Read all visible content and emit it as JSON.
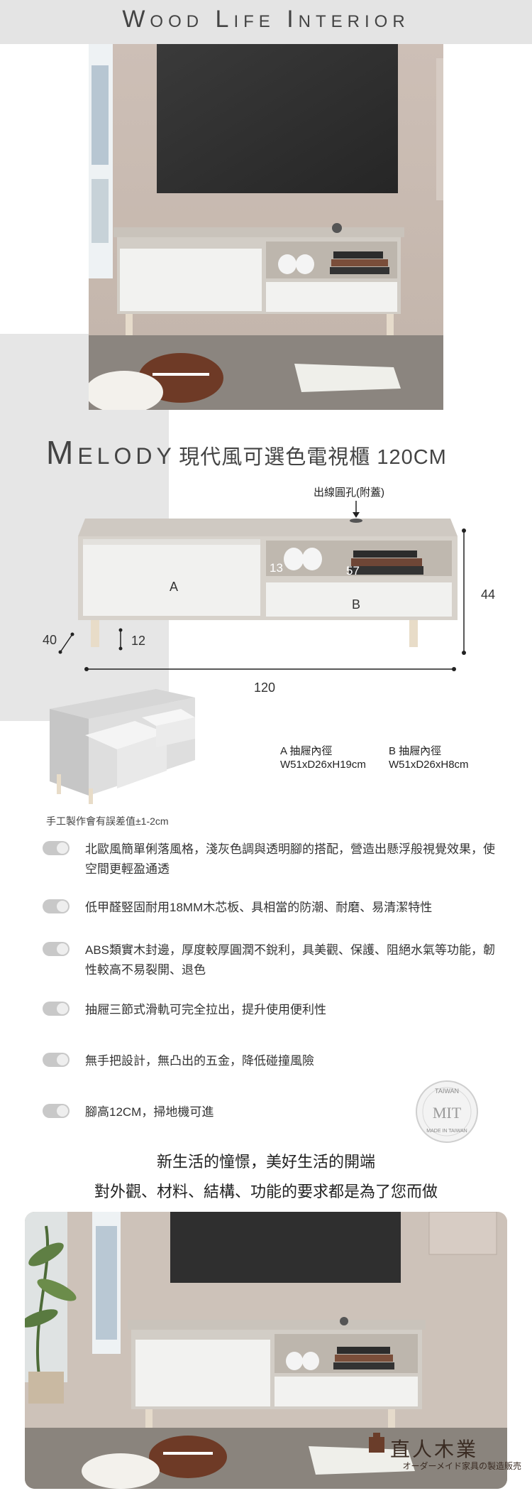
{
  "header": {
    "brand": "Wood Life Interior"
  },
  "product": {
    "title_prefix": "Melody",
    "title_suffix": "現代風可選色電視櫃 120CM"
  },
  "diagram": {
    "cable_hole_label": "出線圓孔(附蓋)",
    "width": "120",
    "height": "44",
    "depth": "40",
    "leg": "12",
    "shelf_height": "13",
    "shelf_width": "57",
    "drawer_a": "A",
    "drawer_b": "B"
  },
  "drawers": {
    "a_title": "A 抽屜內徑",
    "a_size": "W51xD26xH19cm",
    "b_title": "B 抽屜內徑",
    "b_size": "W51xD26xH8cm"
  },
  "note": "手工製作會有誤差值±1-2cm",
  "features": [
    "北歐風簡單俐落風格，淺灰色調與透明腳的搭配，營造出懸浮般視覺效果，使空間更輕盈通透",
    "低甲醛竪固耐用18MM木芯板、具相當的防潮、耐磨、易清潔特性",
    "ABS類實木封邊，厚度較厚圓潤不銳利，具美觀、保護、阻絕水氣等功能，韌性較高不易裂開、退色",
    "抽屜三節式滑軌可完全拉出，提升使用便利性",
    "無手把設計，無凸出的五金，降低碰撞風險",
    "腳高12CM，掃地機可進"
  ],
  "badge": {
    "top": "TAIWAN",
    "mark": "MIT",
    "bottom": "MADE IN TAIWAN"
  },
  "slogan": {
    "line1": "新生活的憧憬，美好生活的開端",
    "line2": "對外觀、材料、結構、功能的要求都是為了您而做"
  },
  "logo": {
    "name": "直人木業",
    "tagline": "オーダーメイド家具の製造販売"
  }
}
